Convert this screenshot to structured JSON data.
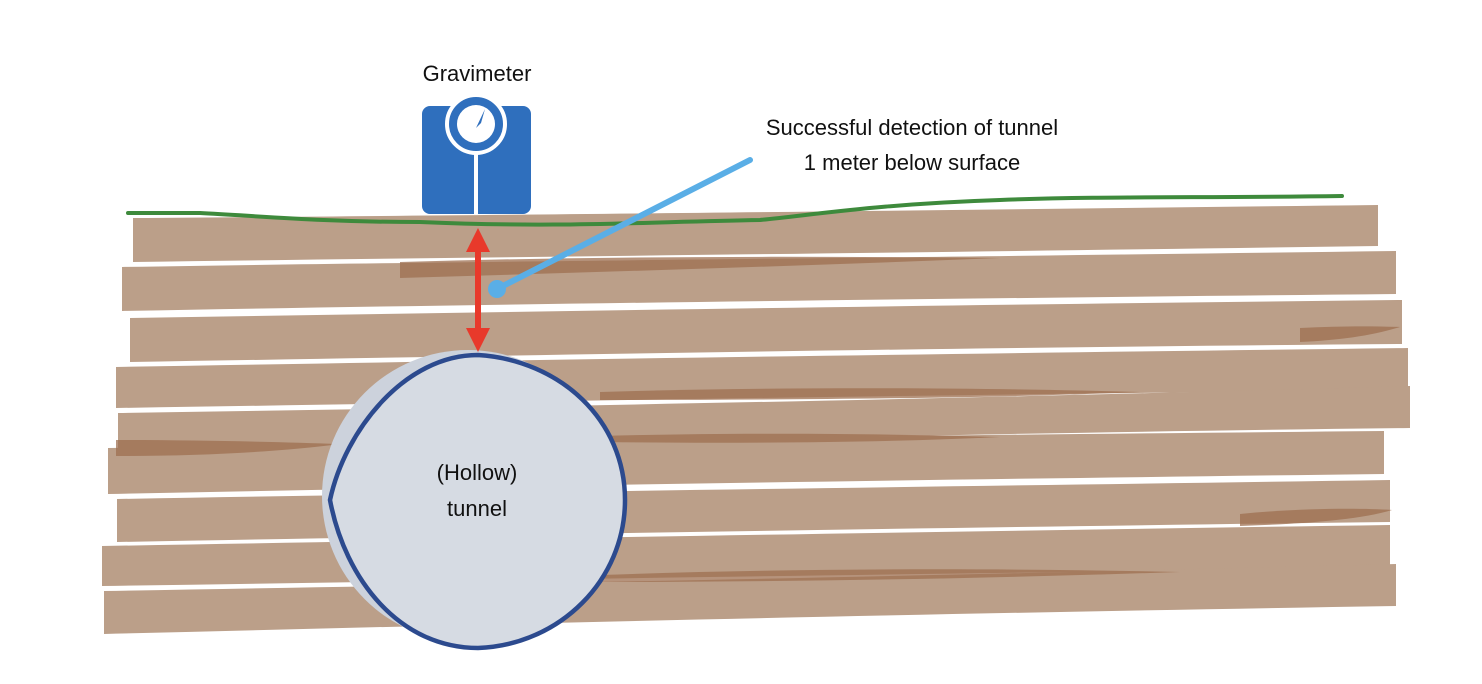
{
  "labels": {
    "gravimeter": "Gravimeter",
    "detection_line1": "Successful detection of tunnel",
    "detection_line2": "1 meter below surface",
    "tunnel_line1": "(Hollow)",
    "tunnel_line2": "tunnel"
  },
  "colors": {
    "soil": "#bb9f89",
    "soil_dark": "#9e6f50",
    "surface_line": "#3e8a3c",
    "gravimeter": "#2f6fbd",
    "callout_line": "#5aaee6",
    "measure_arrow": "#e8392b",
    "tunnel_fill": "#d6dbe3",
    "tunnel_outline": "#2c4a8e"
  },
  "icons": {
    "gravimeter": "scale-gauge-icon"
  }
}
